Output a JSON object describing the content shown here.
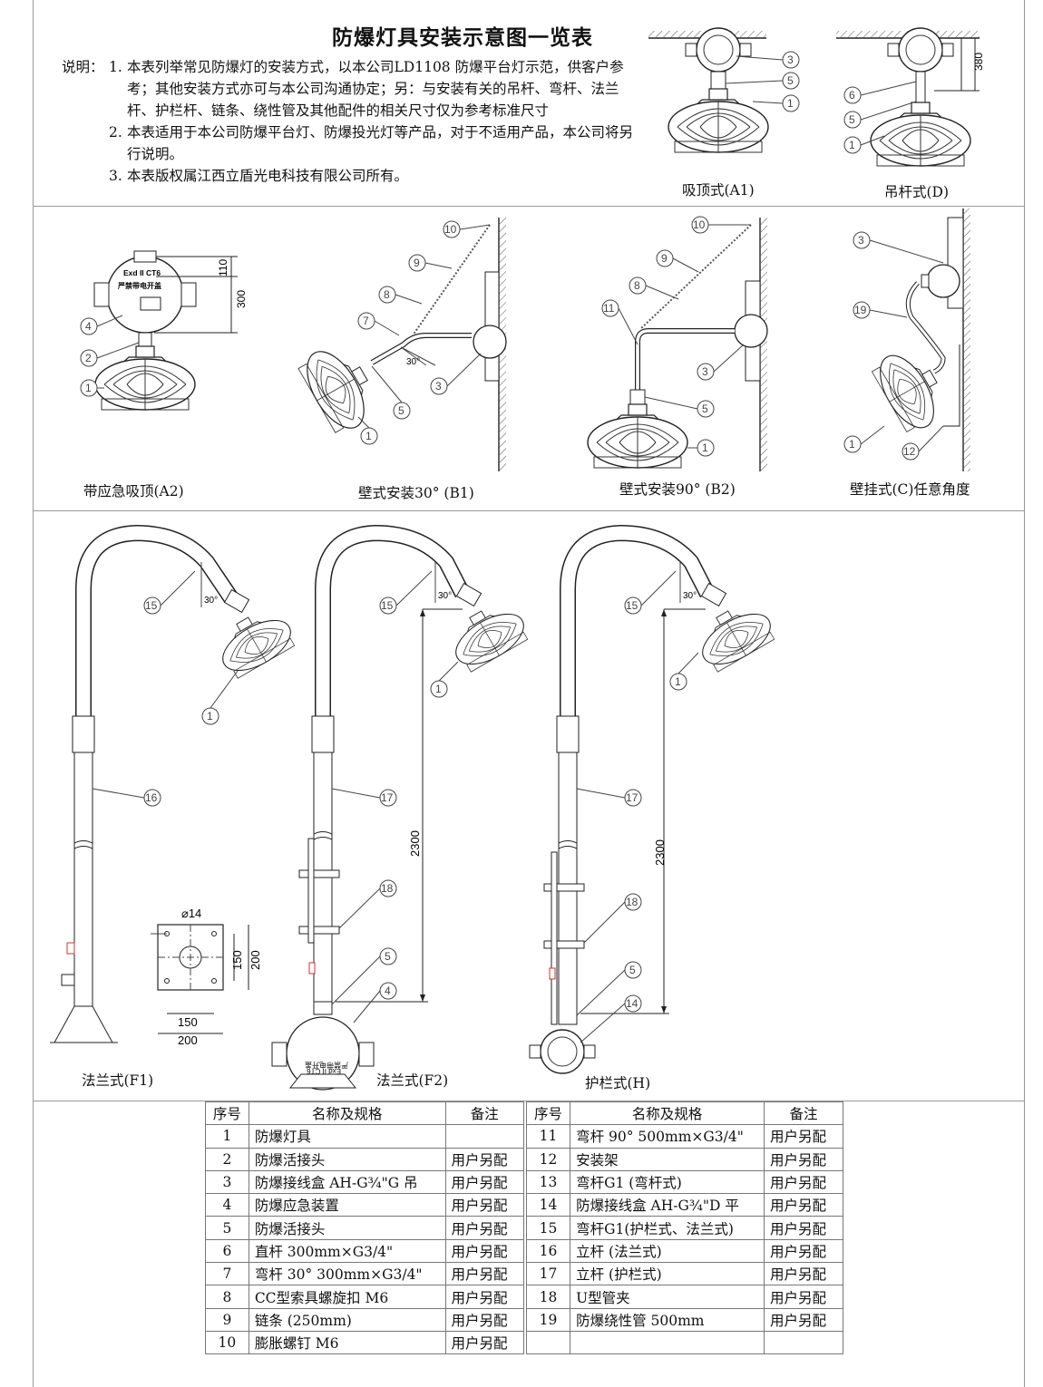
{
  "title": "防爆灯具安装示意图一览表",
  "notes": {
    "lead": "说明：",
    "items": [
      {
        "num": "1.",
        "text": "本表列举常见防爆灯的安装方式，以本公司LD1108 防爆平台灯示范，供客户参考；其他安装方式亦可与本公司沟通协定；另：与安装有关的吊杆、弯杆、法兰杆、护栏杆、链条、绕性管及其他配件的相关尺寸仅为参考标准尺寸"
      },
      {
        "num": "2.",
        "text": "本表适用于本公司防爆平台灯、防爆投光灯等产品，对于不适用产品，本公司将另行说明。"
      },
      {
        "num": "3.",
        "text": "本表版权属江西立盾光电科技有限公司所有。"
      }
    ]
  },
  "captions": {
    "a1": "吸顶式(A1)",
    "d": "吊杆式(D)",
    "a2": "带应急吸顶(A2)",
    "b1": "壁式安装30° (B1)",
    "b2": "壁式安装90° (B2)",
    "c": "壁挂式(C)任意角度",
    "f1": "法兰式(F1)",
    "f2": "法兰式(F2)",
    "h": "护栏式(H)"
  },
  "drawing_text": {
    "box_marking_1": "Exd II CT6",
    "box_marking_2": "严禁带电开盖",
    "dim_380": "380",
    "dim_110": "110",
    "dim_300": "300",
    "dim_30deg": "30°",
    "dim_2300": "2300",
    "dim_phi14": "⌀14",
    "dim_150": "150",
    "dim_200": "200"
  },
  "table": {
    "headers": {
      "no": "序号",
      "name": "名称及规格",
      "remark": "备注"
    },
    "left_rows": [
      {
        "no": "1",
        "name": "防爆灯具",
        "remark": ""
      },
      {
        "no": "2",
        "name": "防爆活接头",
        "remark": "用户另配"
      },
      {
        "no": "3",
        "name": "防爆接线盒 AH-G¾\"G 吊",
        "remark": "用户另配"
      },
      {
        "no": "4",
        "name": "防爆应急装置",
        "remark": "用户另配"
      },
      {
        "no": "5",
        "name": "防爆活接头",
        "remark": "用户另配"
      },
      {
        "no": "6",
        "name": "直杆 300mm×G3/4\"",
        "remark": "用户另配"
      },
      {
        "no": "7",
        "name": "弯杆 30° 300mm×G3/4\"",
        "remark": "用户另配"
      },
      {
        "no": "8",
        "name": "CC型索具螺旋扣 M6",
        "remark": "用户另配"
      },
      {
        "no": "9",
        "name": "链条 (250mm)",
        "remark": "用户另配"
      },
      {
        "no": "10",
        "name": "膨胀螺钉  M6",
        "remark": "用户另配"
      }
    ],
    "right_rows": [
      {
        "no": "11",
        "name": "弯杆 90° 500mm×G3/4\"",
        "remark": "用户另配"
      },
      {
        "no": "12",
        "name": "安装架",
        "remark": "用户另配"
      },
      {
        "no": "13",
        "name": "弯杆G1 (弯杆式)",
        "remark": "用户另配"
      },
      {
        "no": "14",
        "name": "防爆接线盒 AH-G¾\"D 平",
        "remark": "用户另配"
      },
      {
        "no": "15",
        "name": "弯杆G1(护栏式、法兰式)",
        "remark": "用户另配"
      },
      {
        "no": "16",
        "name": "立杆 (法兰式)",
        "remark": "用户另配"
      },
      {
        "no": "17",
        "name": "立杆 (护栏式)",
        "remark": "用户另配"
      },
      {
        "no": "18",
        "name": "U型管夹",
        "remark": "用户另配"
      },
      {
        "no": "19",
        "name": "防爆绕性管 500mm",
        "remark": "用户另配"
      },
      {
        "no": "",
        "name": "",
        "remark": ""
      }
    ]
  }
}
